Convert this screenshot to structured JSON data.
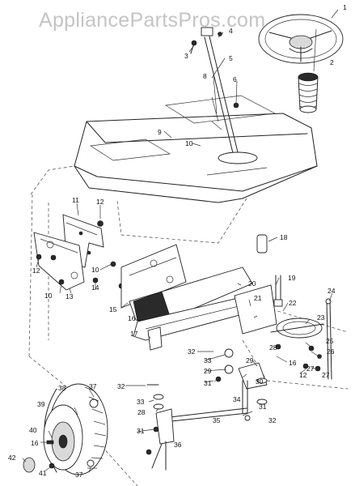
{
  "watermark": "AppliancePartsPros.com",
  "part_labels": [
    {
      "id": "1",
      "text": "1"
    },
    {
      "id": "2",
      "text": "2"
    },
    {
      "id": "3",
      "text": "3"
    },
    {
      "id": "4",
      "text": "4"
    },
    {
      "id": "5",
      "text": "5"
    },
    {
      "id": "6",
      "text": "6"
    },
    {
      "id": "8",
      "text": "8"
    },
    {
      "id": "9",
      "text": "9"
    },
    {
      "id": "10a",
      "text": "10"
    },
    {
      "id": "11",
      "text": "11"
    },
    {
      "id": "12a",
      "text": "12"
    },
    {
      "id": "12b",
      "text": "12"
    },
    {
      "id": "10b",
      "text": "10"
    },
    {
      "id": "14",
      "text": "14"
    },
    {
      "id": "10c",
      "text": "10"
    },
    {
      "id": "13",
      "text": "13"
    },
    {
      "id": "18",
      "text": "18"
    },
    {
      "id": "19",
      "text": "19"
    },
    {
      "id": "20",
      "text": "20"
    },
    {
      "id": "15",
      "text": "15"
    },
    {
      "id": "16a",
      "text": "16"
    },
    {
      "id": "21",
      "text": "21"
    },
    {
      "id": "24",
      "text": "24"
    },
    {
      "id": "22",
      "text": "22"
    },
    {
      "id": "23",
      "text": "23"
    },
    {
      "id": "17",
      "text": "17"
    },
    {
      "id": "28a",
      "text": "28"
    },
    {
      "id": "25",
      "text": "25"
    },
    {
      "id": "26",
      "text": "26"
    },
    {
      "id": "16b",
      "text": "16"
    },
    {
      "id": "27a",
      "text": "27"
    },
    {
      "id": "32a",
      "text": "32"
    },
    {
      "id": "33a",
      "text": "33"
    },
    {
      "id": "29a",
      "text": "29"
    },
    {
      "id": "29b",
      "text": "29"
    },
    {
      "id": "12c",
      "text": "12"
    },
    {
      "id": "27b",
      "text": "27"
    },
    {
      "id": "31a",
      "text": "31"
    },
    {
      "id": "30",
      "text": "30"
    },
    {
      "id": "38",
      "text": "38"
    },
    {
      "id": "37a",
      "text": "37"
    },
    {
      "id": "32b",
      "text": "32"
    },
    {
      "id": "34",
      "text": "34"
    },
    {
      "id": "33b",
      "text": "33"
    },
    {
      "id": "31b",
      "text": "31"
    },
    {
      "id": "39",
      "text": "39"
    },
    {
      "id": "28b",
      "text": "28"
    },
    {
      "id": "32c",
      "text": "32"
    },
    {
      "id": "35",
      "text": "35"
    },
    {
      "id": "31c",
      "text": "31"
    },
    {
      "id": "40",
      "text": "40"
    },
    {
      "id": "36",
      "text": "36"
    },
    {
      "id": "16c",
      "text": "16"
    },
    {
      "id": "42",
      "text": "42"
    },
    {
      "id": "41",
      "text": "41"
    },
    {
      "id": "37b",
      "text": "37"
    }
  ]
}
